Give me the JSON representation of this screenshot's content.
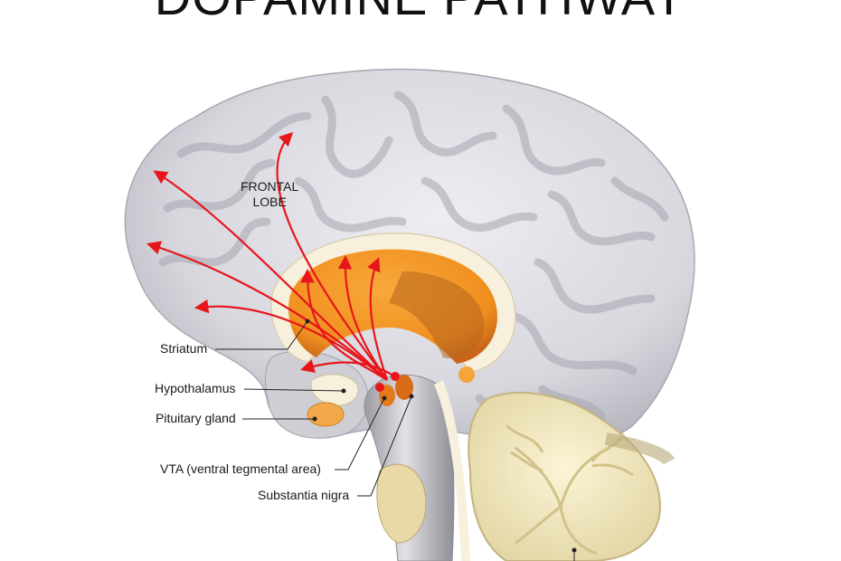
{
  "title": "DOPAMINE PATHWAY",
  "labels": {
    "frontal_line1": "FRONTAL",
    "frontal_line2": "LOBE",
    "striatum": "Striatum",
    "hypothalamus": "Hypothalamus",
    "pituitary": "Pituitary gland",
    "vta": "VTA (ventral tegmental area)",
    "substantia_nigra": "Substantia nigra"
  },
  "colors": {
    "cortex": "#d9d8de",
    "cortex_shadow": "#b4b3bc",
    "striatum": "#f59a2a",
    "striatum_light": "#f8c27a",
    "pathway": "#e8151b",
    "cerebellum": "#efe6c0",
    "brainstem": "#c6c4c8"
  }
}
